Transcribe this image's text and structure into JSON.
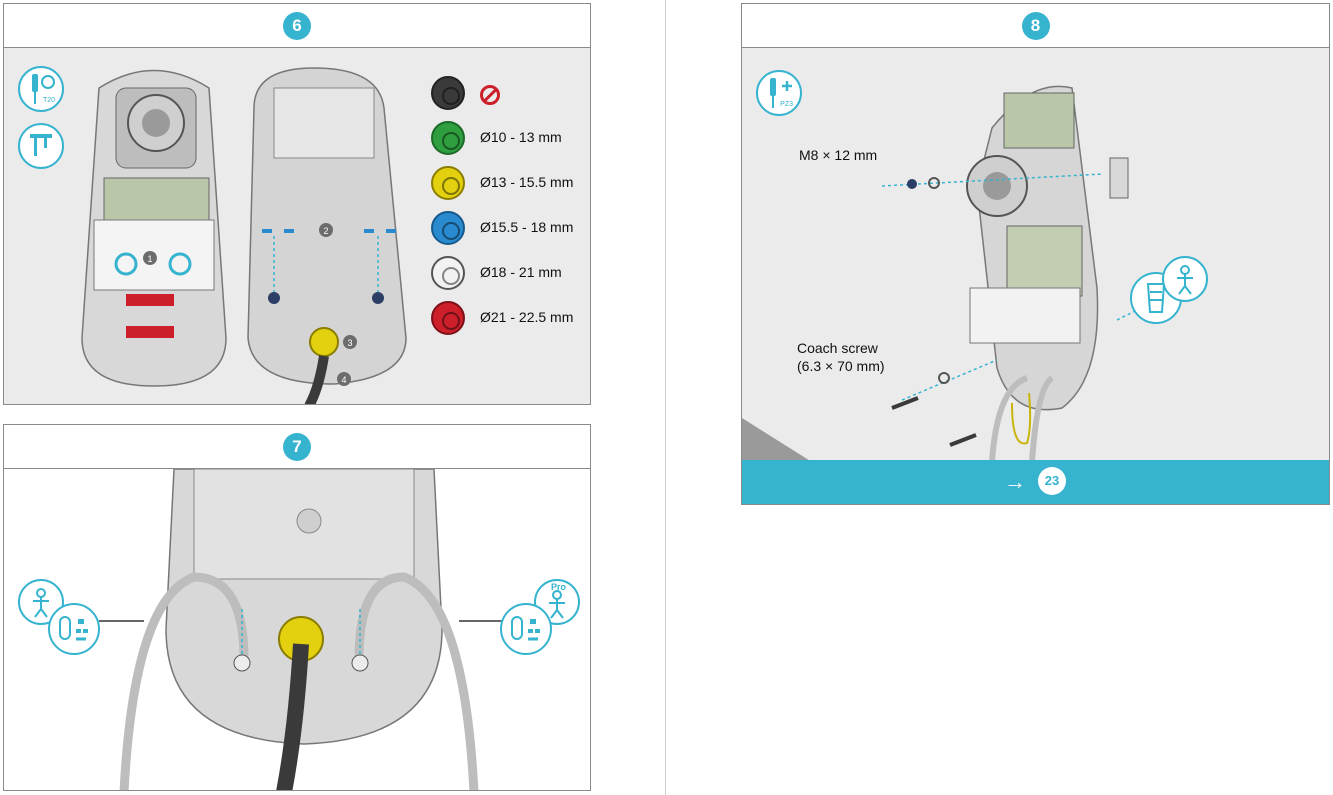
{
  "colors": {
    "accent": "#35b3cf",
    "panel_bg": "#ebebeb",
    "border": "#8a8a8a"
  },
  "panel6": {
    "step": "6",
    "tools": [
      {
        "icon": "screwdriver-torx-icon",
        "label": "T20"
      },
      {
        "icon": "caliper-icon"
      }
    ],
    "callouts": [
      "1",
      "2",
      "3",
      "4"
    ],
    "grommets": [
      {
        "color": "#3a3a3a",
        "label": "",
        "icon": "prohibited-icon"
      },
      {
        "color": "#2e9e3e",
        "label": "Ø10 - 13 mm"
      },
      {
        "color": "#e3d10f",
        "label": "Ø13 - 15.5 mm"
      },
      {
        "color": "#2a8ad0",
        "label": "Ø15.5 - 18 mm"
      },
      {
        "color": "#f2f2f2",
        "label": "Ø18 - 21 mm"
      },
      {
        "color": "#cc1f2a",
        "label": "Ø21 - 22.5 mm"
      }
    ]
  },
  "panel7": {
    "step": "7",
    "left_icons": [
      "installer-person-icon",
      "charger-network-in-icon"
    ],
    "right_icons": [
      "installer-pro-person-icon",
      "charger-network-out-icon"
    ],
    "pro_label": "Pro"
  },
  "panel8": {
    "step": "8",
    "tool": {
      "icon": "screwdriver-pozidriv-icon",
      "label": "PZ3"
    },
    "labels": {
      "bolt": "M8 × 12 mm",
      "coach_line1": "Coach screw",
      "coach_line2": "(6.3 × 70 mm)"
    },
    "right_icons": [
      "wall-plug-icon",
      "installer-person-icon"
    ],
    "footer": {
      "arrow": "→",
      "next_page": "23"
    }
  }
}
